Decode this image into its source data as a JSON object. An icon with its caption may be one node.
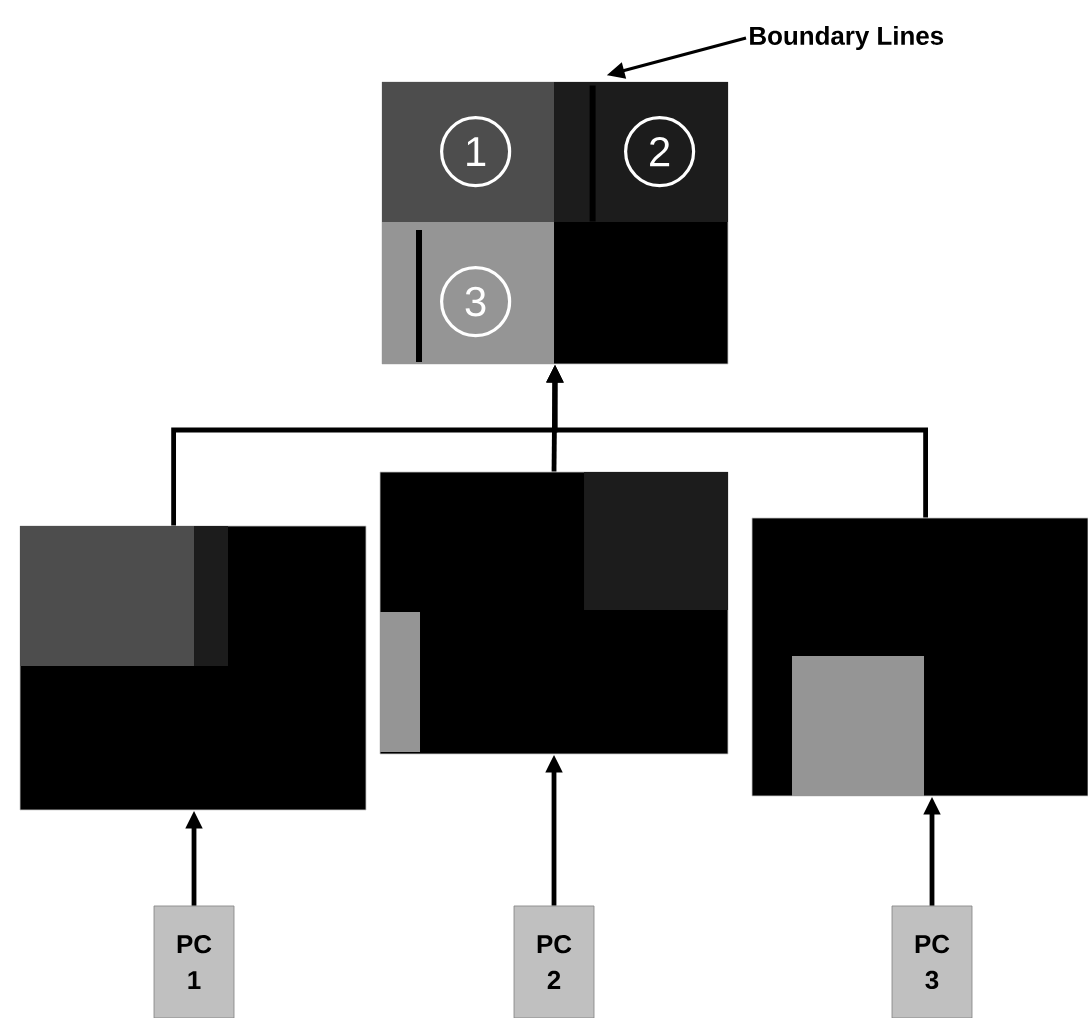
{
  "diagram": {
    "nodes": [
      {
        "text": [],
        "shape": "box"
      },
      {
        "text": [
          "1"
        ],
        "in": 0
      },
      {
        "text": [
          "2"
        ],
        "in": 0
      },
      {
        "text": [
          "3"
        ],
        "in": 0
      },
      {
        "text": [],
        "shape": "bar",
        "in": 0
      },
      {
        "text": [
          "Boundary Lines"
        ]
      },
      {
        "text": [],
        "shape": "box"
      },
      {
        "text": [],
        "shape": "box"
      },
      {
        "text": [],
        "shape": "box"
      },
      {
        "text": [
          "PC 1"
        ]
      },
      {
        "text": [
          "PC 2"
        ]
      },
      {
        "text": [
          "PC 3"
        ]
      }
    ],
    "edges": [
      {
        "from": 5,
        "to": 4,
        "arrow": "to"
      },
      {
        "from": 6,
        "to": 0,
        "arrow": "to"
      },
      {
        "from": 7,
        "to": 0,
        "arrow": "to"
      },
      {
        "from": 8,
        "to": 0,
        "arrow": "to"
      },
      {
        "from": 9,
        "to": 6,
        "arrow": "to"
      },
      {
        "from": 10,
        "to": 7,
        "arrow": "to"
      },
      {
        "from": 11,
        "to": 8,
        "arrow": "to"
      }
    ]
  }
}
